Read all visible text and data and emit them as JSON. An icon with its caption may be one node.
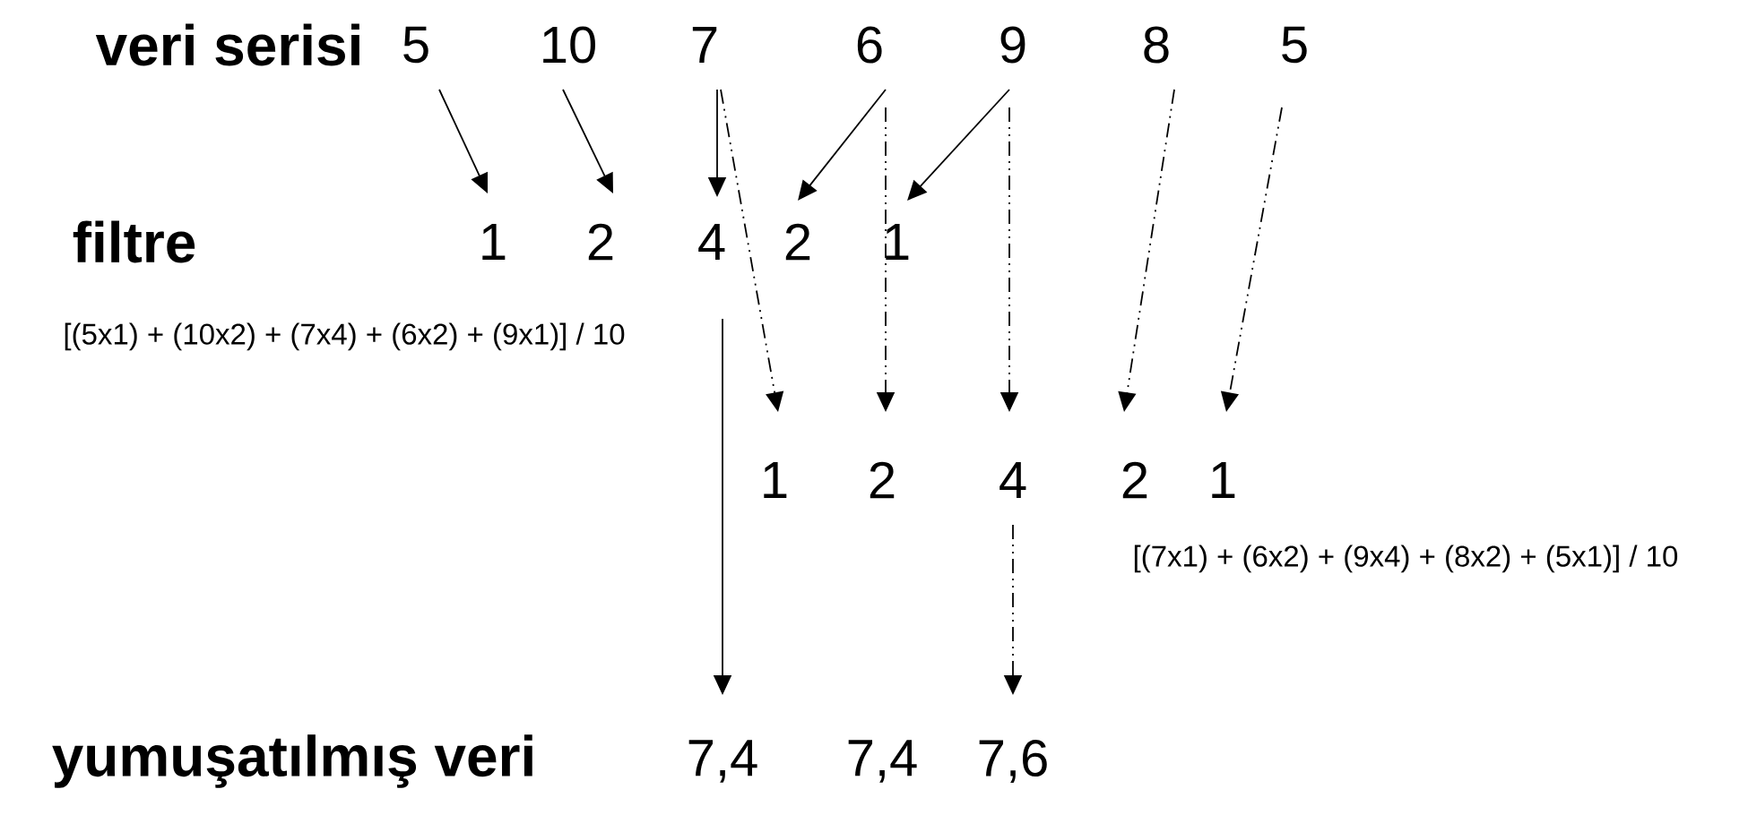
{
  "diagram": {
    "nodes": [
      {
        "text": [
          "5"
        ]
      },
      {
        "text": [
          "10"
        ]
      },
      {
        "text": [
          "7"
        ]
      },
      {
        "text": [
          "6"
        ]
      },
      {
        "text": [
          "9"
        ]
      },
      {
        "text": [
          "8"
        ]
      },
      {
        "text": [
          "5"
        ]
      },
      {
        "text": [
          "1"
        ]
      },
      {
        "text": [
          "2"
        ]
      },
      {
        "text": [
          "4"
        ]
      },
      {
        "text": [
          "2"
        ]
      },
      {
        "text": [
          "1"
        ]
      },
      {
        "text": [
          "1"
        ]
      },
      {
        "text": [
          "2"
        ]
      },
      {
        "text": [
          "4"
        ]
      },
      {
        "text": [
          "2"
        ]
      },
      {
        "text": [
          "1"
        ]
      },
      {
        "text": [
          "7,4"
        ]
      },
      {
        "text": [
          "7,4"
        ]
      },
      {
        "text": [
          "7,6"
        ]
      }
    ],
    "edges": [
      {
        "from": 0,
        "to": 7,
        "arrow": "to"
      },
      {
        "from": 1,
        "to": 8,
        "arrow": "to"
      },
      {
        "from": 2,
        "to": 9,
        "arrow": "to"
      },
      {
        "from": 3,
        "to": 10,
        "arrow": "to"
      },
      {
        "from": 4,
        "to": 11,
        "arrow": "to"
      },
      {
        "from": 2,
        "to": 12,
        "arrow": "to",
        "style": "dashed"
      },
      {
        "from": 3,
        "to": 13,
        "arrow": "to",
        "style": "dashed"
      },
      {
        "from": 4,
        "to": 14,
        "arrow": "to",
        "style": "dashed"
      },
      {
        "from": 5,
        "to": 15,
        "arrow": "to",
        "style": "dashed"
      },
      {
        "from": 6,
        "to": 16,
        "arrow": "to",
        "style": "dashed"
      },
      {
        "from": 9,
        "to": 17,
        "arrow": "to"
      },
      {
        "from": 14,
        "to": 19,
        "arrow": "to",
        "style": "dashed"
      }
    ],
    "labels": [
      "veri serisi",
      "filtre",
      "[(5x1) + (10x2) + (7x4) + (6x2) + (9x1)] / 10",
      "[(7x1) + (6x2) + (9x4) + (8x2) + (5x1)] / 10",
      "yumuşatılmış veri"
    ]
  }
}
